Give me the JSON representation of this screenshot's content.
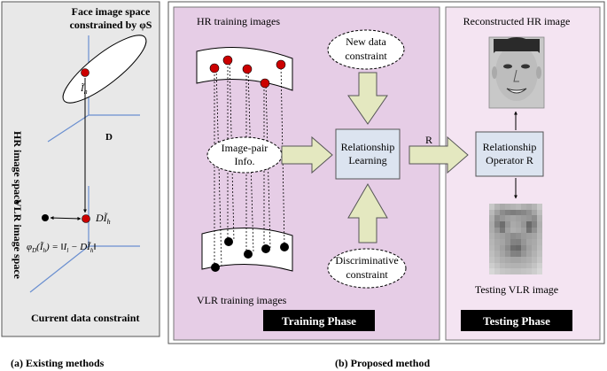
{
  "left_panel": {
    "face_space_label": "Face image space",
    "face_space_label2": "constrained by φS",
    "hr_space_label": "HR image space",
    "vlr_space_label": "VLR image space",
    "point_hr": "Ĩ",
    "point_hr_sub": "h",
    "point_d": "D",
    "point_vlr": "DĨ",
    "point_vlr_sub": "h",
    "formula_lhs": "φ",
    "formula_lhs_sub": "D",
    "formula_mid": "(Ĩ",
    "formula_mid_sub": "h",
    "formula_rhs": ") = ‖I",
    "formula_rhs_sub": "l",
    "formula_end": " − DĨ",
    "formula_end_sub": "h",
    "formula_close": "‖",
    "bottom_label": "Current data constraint",
    "caption": "(a) Existing methods"
  },
  "training": {
    "hr_label": "HR training images",
    "vlr_label": "VLR training images",
    "pair_info": "Image-pair Info.",
    "new_constraint_line1": "New data",
    "new_constraint_line2": "constraint",
    "disc_constraint_line1": "Discriminative",
    "disc_constraint_line2": "constraint",
    "relationship_line1": "Relationship",
    "relationship_line2": "Learning",
    "phase_label": "Training Phase"
  },
  "testing": {
    "reconstructed_label": "Reconstructed HR image",
    "operator_line1": "Relationship",
    "operator_line2": "Operator R",
    "r_label": "R",
    "testing_label": "Testing VLR image",
    "phase_label": "Testing Phase"
  },
  "caption_b": "(b) Proposed method",
  "colors": {
    "left_bg": "#e8e8e8",
    "training_bg": "#e6cde6",
    "testing_bg": "#f4e4f2",
    "box_blue": "#dce4f0",
    "arrow_fill": "#e4e8c0",
    "red_dot": "#cc0000",
    "phase_bar": "#000000"
  },
  "pixel_face": [
    [
      200,
      180,
      170,
      175,
      180,
      185,
      175,
      170,
      180,
      200
    ],
    [
      185,
      160,
      140,
      130,
      125,
      130,
      135,
      145,
      165,
      190
    ],
    [
      175,
      140,
      150,
      160,
      165,
      160,
      155,
      150,
      140,
      180
    ],
    [
      170,
      130,
      110,
      150,
      170,
      165,
      150,
      105,
      130,
      175
    ],
    [
      172,
      150,
      120,
      160,
      175,
      170,
      160,
      115,
      145,
      178
    ],
    [
      178,
      165,
      160,
      150,
      140,
      145,
      155,
      160,
      165,
      182
    ],
    [
      182,
      170,
      165,
      150,
      130,
      128,
      150,
      165,
      170,
      185
    ],
    [
      185,
      172,
      160,
      140,
      110,
      105,
      140,
      160,
      172,
      188
    ],
    [
      190,
      178,
      165,
      150,
      130,
      128,
      150,
      165,
      178,
      192
    ],
    [
      195,
      185,
      175,
      170,
      165,
      165,
      170,
      175,
      185,
      198
    ],
    [
      205,
      195,
      185,
      180,
      178,
      178,
      180,
      185,
      195,
      208
    ],
    [
      215,
      205,
      198,
      195,
      192,
      192,
      195,
      198,
      205,
      215
    ]
  ]
}
